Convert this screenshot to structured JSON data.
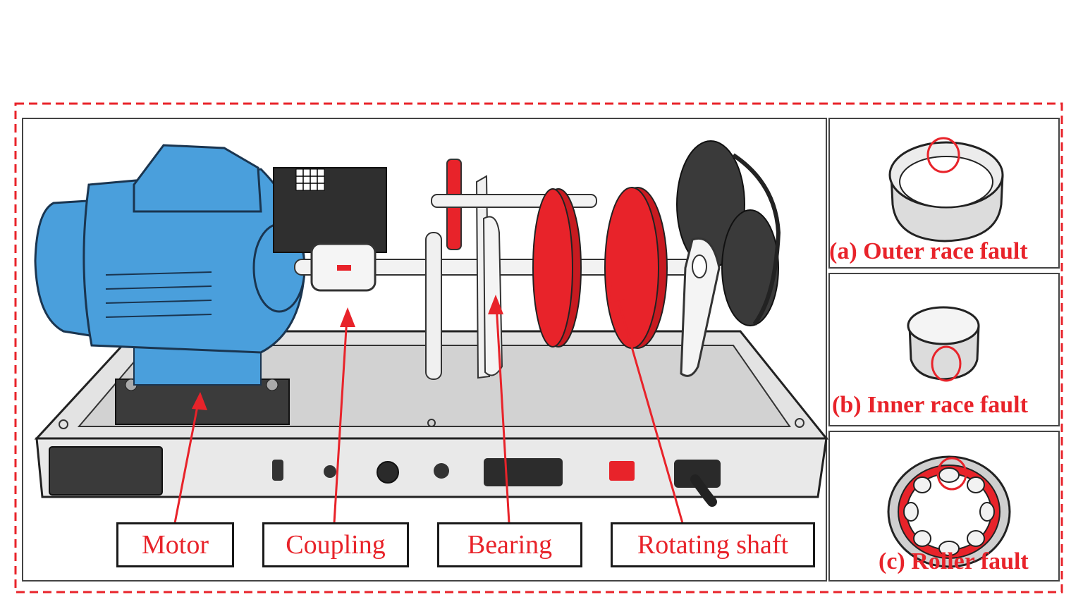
{
  "diagram": {
    "component_labels": {
      "motor": "Motor",
      "coupling": "Coupling",
      "bearing": "Bearing",
      "rotating_shaft": "Rotating shaft"
    },
    "fault_types": [
      {
        "id": "a",
        "caption": "(a) Outer race fault"
      },
      {
        "id": "b",
        "caption": "(b) Inner race fault"
      },
      {
        "id": "c",
        "caption": "(c) Roller fault"
      }
    ],
    "colors": {
      "accent": "#e8232a",
      "motor": "#4a9fdc",
      "dark": "#2e2e2e",
      "base": "#d9d9d9"
    }
  }
}
